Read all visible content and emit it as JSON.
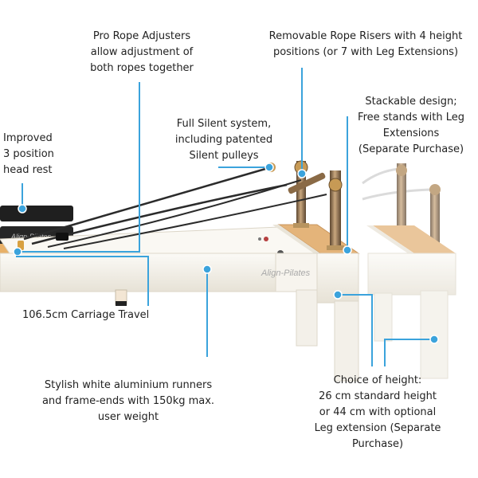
{
  "callouts": {
    "rope_adjusters": "Pro Rope Adjusters\nallow adjustment of\nboth ropes together",
    "rope_risers": "Removable Rope Risers with 4 height\npositions (or 7 with Leg Extensions)",
    "head_rest": "Improved\n3 position\nhead rest",
    "silent_system": "Full Silent system,\nincluding patented\nSilent pulleys",
    "stackable": "Stackable design;\nFree stands with Leg\nExtensions\n(Separate Purchase)",
    "carriage_travel": "106.5cm Carriage Travel",
    "runners": "Stylish white aluminium runners\nand frame-ends with 150kg max.\nuser weight",
    "height": "Choice of height:\n26 cm standard height\nor 44 cm with optional\nLeg extension (Separate\nPurchase)"
  },
  "brand": {
    "logo_text": "Align-Pilates"
  },
  "colors": {
    "leader": "#3ba3dc",
    "frame": "#f4f1ea",
    "frame_shadow": "#dcd6c8",
    "wood": "#e4b47a",
    "post": "#8a6a46",
    "rope": "#2b2b2b"
  }
}
